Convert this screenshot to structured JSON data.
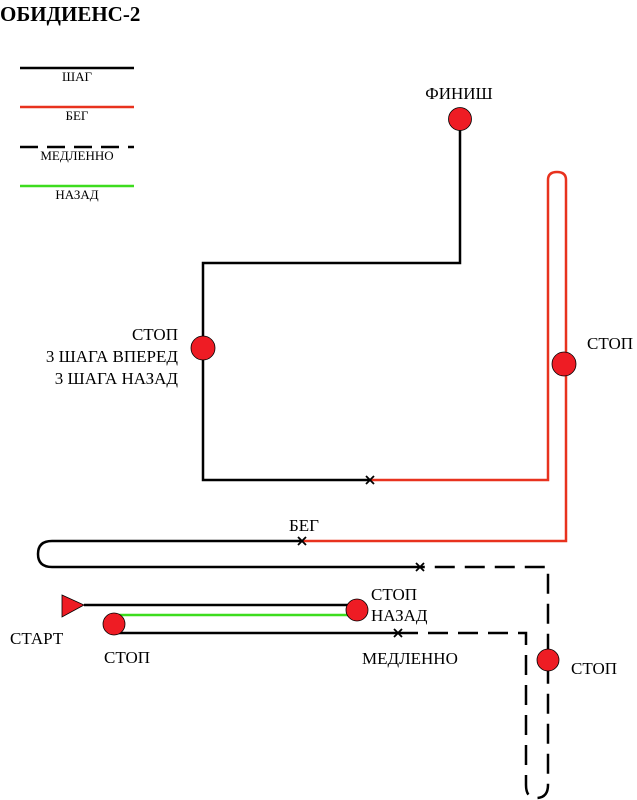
{
  "title": "ОБИДИЕНС-2",
  "legend": [
    {
      "label": "ШАГ",
      "style": "walk",
      "color": "#000000"
    },
    {
      "label": "БЕГ",
      "style": "run",
      "color": "#e8321e"
    },
    {
      "label": "МЕДЛЕННО",
      "style": "slow",
      "color": "#000000"
    },
    {
      "label": "НАЗАД",
      "style": "back",
      "color": "#3ddc1e"
    }
  ],
  "labels": {
    "finish": "ФИНИШ",
    "stop_right_top": "СТОП",
    "stop_left_1": "СТОП",
    "stop_left_2": "3 ШАГА ВПЕРЕД",
    "stop_left_3": "3 ШАГА НАЗАД",
    "run": "БЕГ",
    "stop_back_1": "СТОП",
    "stop_back_2": "НАЗАД",
    "start": "СТАРТ",
    "stop_bottom": "СТОП",
    "slow": "МЕДЛЕННО",
    "stop_right_bottom": "СТОП"
  },
  "colors": {
    "walk": "#000000",
    "run": "#e8321e",
    "back": "#3ddc1e",
    "station_fill": "#ee1c24",
    "start_fill": "#ee1c24"
  }
}
